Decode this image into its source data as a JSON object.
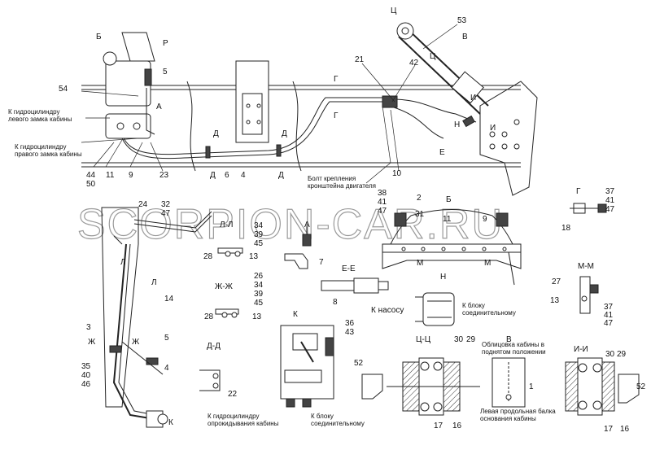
{
  "watermark": "SCORPION-CAR.RU",
  "section_labels": {
    "b_top": "Б",
    "v_top": "В",
    "ts_top": "Ц",
    "b_mid": "Б",
    "l_l": "Л-Л",
    "a": "А",
    "e_e": "Е-Е",
    "zh_zh": "Ж-Ж",
    "n": "Н",
    "k": "К",
    "g": "Г",
    "m_m": "М-М",
    "d_d": "Д-Д",
    "ts_ts": "Ц-Ц",
    "v_low": "В",
    "i_i": "И-И"
  },
  "part_numbers": {
    "p": "Р",
    "n5a": "5",
    "n54": "54",
    "a_lbl": "А",
    "n44": "44",
    "n50": "50",
    "n11a": "11",
    "n9a": "9",
    "n23": "23",
    "n6": "6",
    "n4a": "4",
    "d1": "Д",
    "d2": "Д",
    "d3": "Д",
    "d4": "Д",
    "g1": "Г",
    "g2": "Г",
    "n21": "21",
    "n42": "42",
    "n10": "10",
    "n53": "53",
    "ts_lbl": "Ц",
    "i1": "И",
    "n_lbl": "Н",
    "e_lbl": "Е",
    "i2": "И",
    "n24": "24",
    "n32": "32",
    "n47a": "47",
    "n34a": "34",
    "n39a": "39",
    "n45a": "45",
    "n28a": "28",
    "n13a": "13",
    "n7": "7",
    "n38": "38",
    "n41a": "41",
    "n47b": "47",
    "n2": "2",
    "n31": "31",
    "n11b": "11",
    "n9b": "9",
    "m1": "М",
    "m2": "М",
    "n37a": "37",
    "n41b": "41",
    "n47c": "47",
    "n18": "18",
    "n3": "3",
    "l1": "Л",
    "l2": "Л",
    "n14": "14",
    "n5b": "5",
    "zh1": "Ж",
    "zh2": "Ж",
    "n35": "35",
    "n40": "40",
    "n46": "46",
    "n4b": "4",
    "k_lbl": "К",
    "n26": "26",
    "n34b": "34",
    "n39b": "39",
    "n45b": "45",
    "n28b": "28",
    "n13b": "13",
    "n8": "8",
    "n36": "36",
    "n43": "43",
    "n22": "22",
    "n27": "27",
    "n13c": "13",
    "n37b": "37",
    "n41c": "41",
    "n47d": "47",
    "n52a": "52",
    "n30a": "30",
    "n29a": "29",
    "n17a": "17",
    "n16a": "16",
    "n1": "1",
    "n30b": "30",
    "n29b": "29",
    "n52b": "52",
    "n17b": "17",
    "n16b": "16"
  },
  "callouts": {
    "to_left_lock": "К гидроцилиндру\nлевого замка кабины",
    "to_right_lock": "К гидроцилиндру\nправого замка кабины",
    "engine_bracket_bolt": "Болт крепления\nкронштейна двигателя",
    "to_pump": "К насосу",
    "to_block_n": "К блоку\nсоединительному",
    "to_tilt_cyl": "К гидроцилиндру\nопрокидывания кабины",
    "to_block_k": "К блоку\nсоединительному",
    "cab_lining": "Облицовка кабины в\nподнятом положении",
    "left_beam": "Левая продольная балка\nоснования кабины"
  }
}
